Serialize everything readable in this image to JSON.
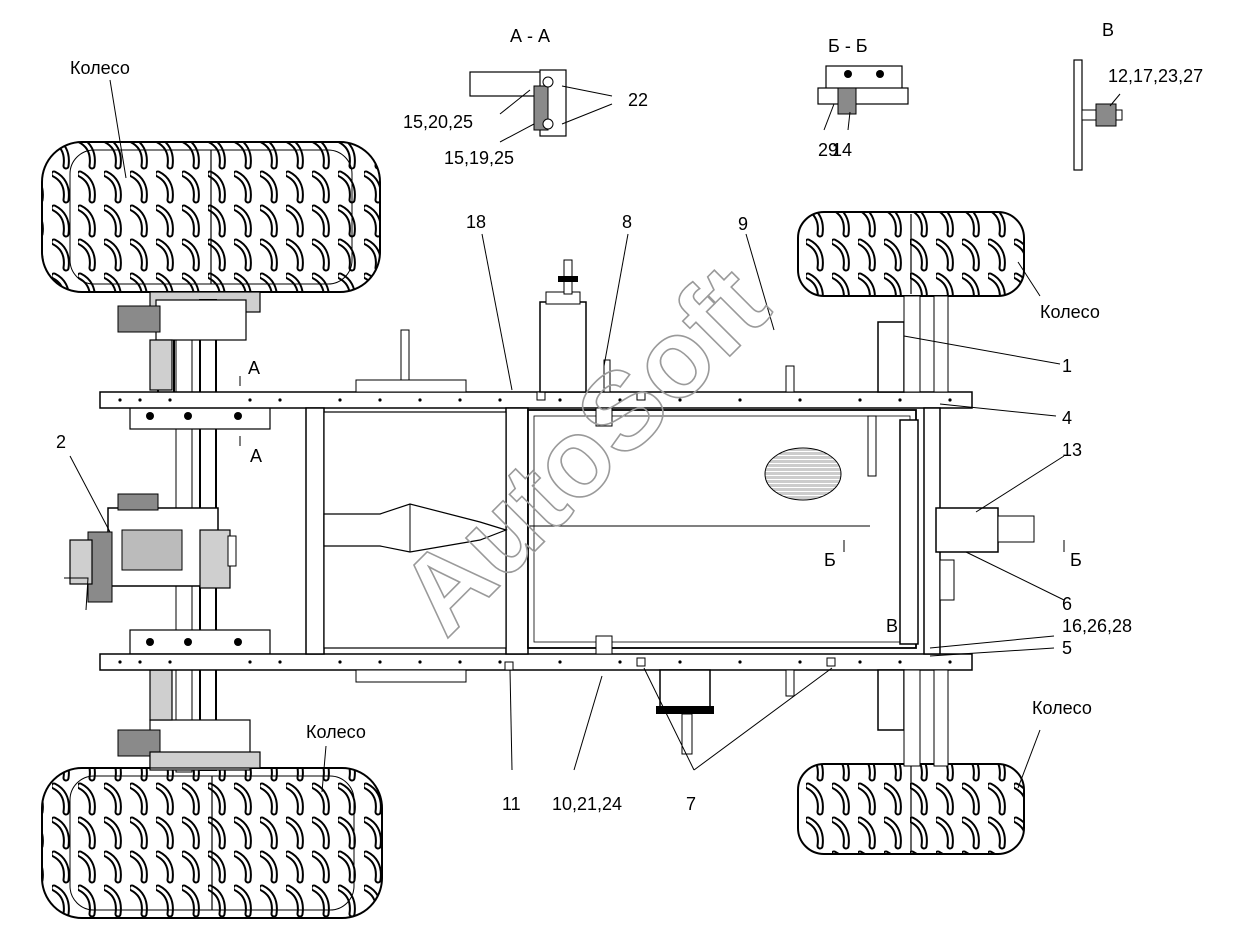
{
  "sections": {
    "aa": "А - А",
    "bb": "Б - Б",
    "v": "В"
  },
  "labels": {
    "wheel": "Колесо",
    "p1": "1",
    "p2": "2",
    "p4": "4",
    "p5": "5",
    "p6": "6",
    "p7": "7",
    "p8": "8",
    "p9": "9",
    "p11": "11",
    "p13": "13",
    "p14": "14",
    "p18": "18",
    "p22": "22",
    "p29": "29",
    "p10_21_24": "10,21,24",
    "p12_17_23_27": "12,17,23,27",
    "p15_19_25": "15,19,25",
    "p15_20_25": "15,20,25",
    "p16_26_28": "16,26,28"
  },
  "cut_marks": {
    "a": "А",
    "b": "Б",
    "v": "В"
  },
  "watermark": "AutoSoft"
}
